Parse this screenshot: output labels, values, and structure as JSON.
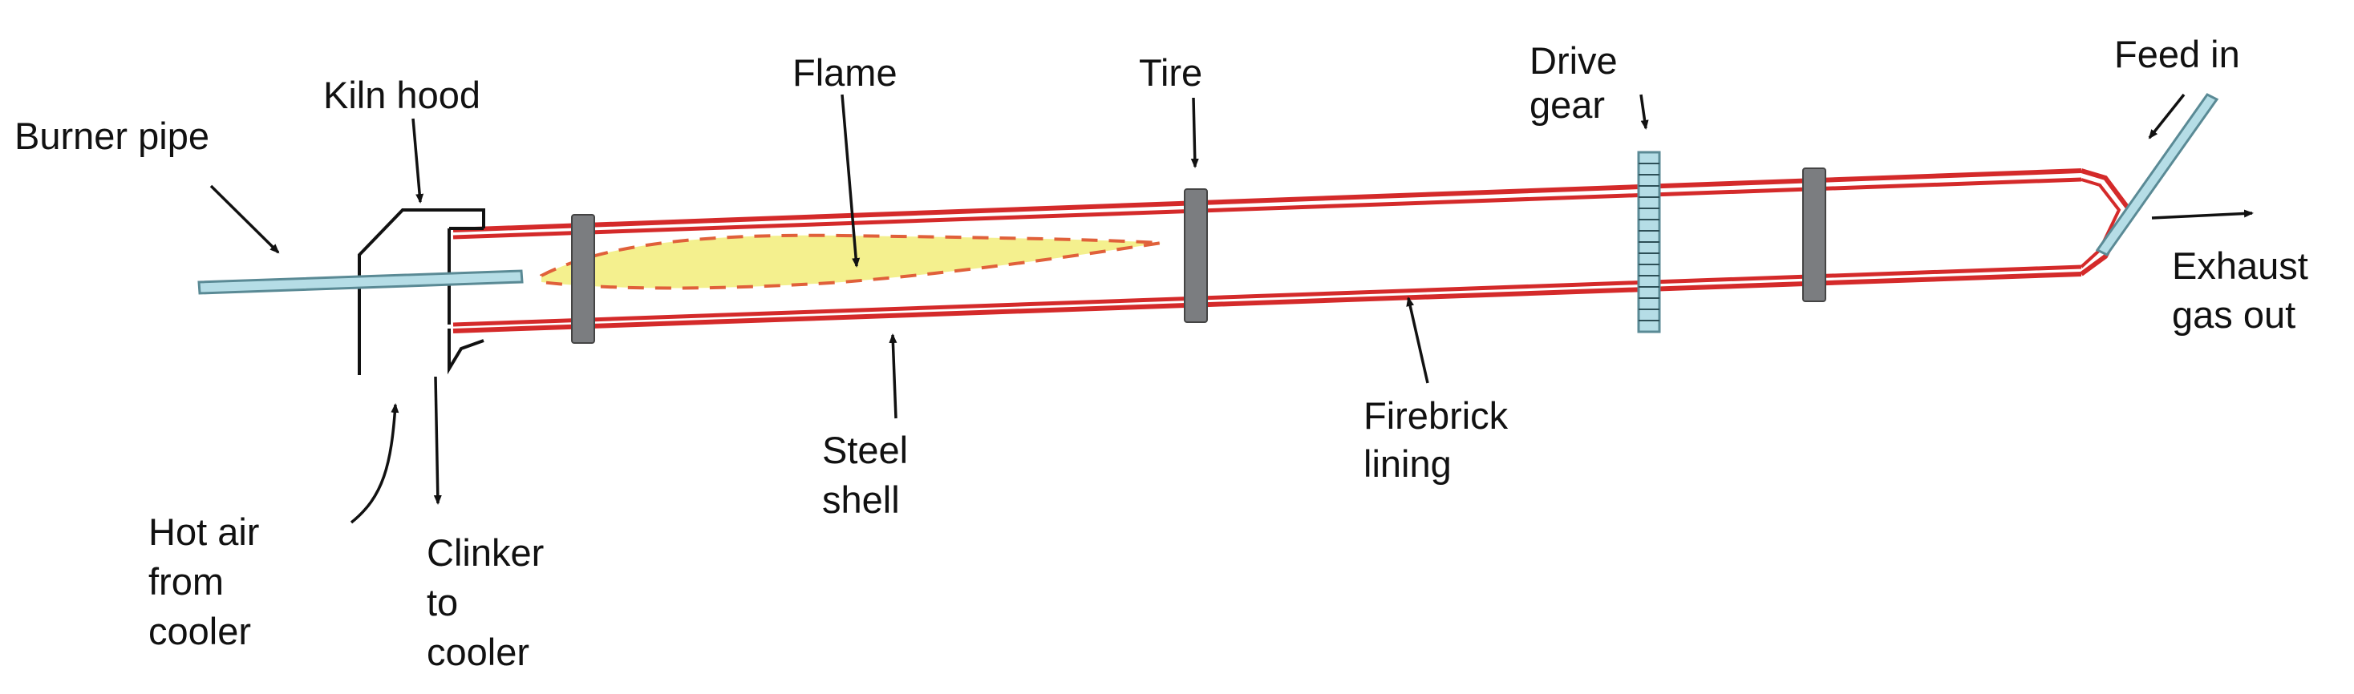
{
  "colors": {
    "shell": "#d42a2a",
    "lining": "#f3d6d6",
    "flame_fill": "#f4f08e",
    "flame_dash": "#e0603a",
    "tire": "#7b7d80",
    "pipe_fill": "#b5dde6",
    "pipe_stroke": "#5a8a95",
    "gear_fill": "#b5dde6",
    "ink": "#111111"
  },
  "icons": {
    "burner": "pipe",
    "hood": "bracket-outline",
    "tire": "ring-band",
    "gear": "toothed-ring",
    "arrow": "line-arrow"
  },
  "labels": {
    "burner_pipe": [
      "Burner pipe"
    ],
    "kiln_hood": [
      "Kiln hood"
    ],
    "flame": [
      "Flame"
    ],
    "tire": [
      "Tire"
    ],
    "drive_gear": [
      "Drive",
      "gear"
    ],
    "feed_in": [
      "Feed in"
    ],
    "exhaust": [
      "Exhaust",
      "gas out"
    ],
    "hot_air": [
      "Hot air",
      "from",
      "cooler"
    ],
    "clinker": [
      "Clinker",
      "to",
      "cooler"
    ],
    "steel_shell": [
      "Steel",
      "shell"
    ],
    "firebrick": [
      "Firebrick",
      "lining"
    ]
  }
}
